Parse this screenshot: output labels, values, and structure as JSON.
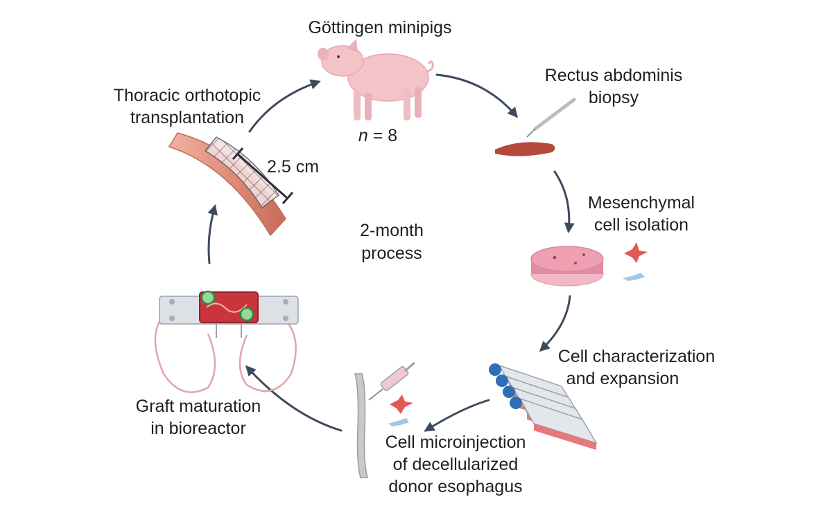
{
  "steps": {
    "pigs": {
      "title": "Göttingen minipigs",
      "n_var": "n",
      "n_eq": " = 8"
    },
    "biopsy": {
      "line1": "Rectus abdominis",
      "line2": "biopsy"
    },
    "isolation": {
      "line1": "Mesenchymal",
      "line2": "cell isolation"
    },
    "characterization": {
      "line1": "Cell characterization",
      "line2": "and expansion"
    },
    "microinjection": {
      "line1": "Cell microinjection",
      "line2": "of decellularized",
      "line3": "donor esophagus"
    },
    "maturation": {
      "line1": "Graft maturation",
      "line2": "in bioreactor"
    },
    "transplant": {
      "line1": "Thoracic orthotopic",
      "line2": "transplantation",
      "measure": "2.5 cm"
    }
  },
  "center": {
    "line1": "2-month",
    "line2": "process"
  },
  "colors": {
    "arrow": "#3d4a5c",
    "pig": "#f2c4c8",
    "tissue": "#b34a3c",
    "dish_media": "#e58ba1",
    "cell_red": "#e05a56",
    "cell_blue": "#9fc8e6",
    "flask_cap": "#2f6fb8",
    "esophagus": "#e59a86",
    "bioreactor_chamber": "#c9353c"
  }
}
